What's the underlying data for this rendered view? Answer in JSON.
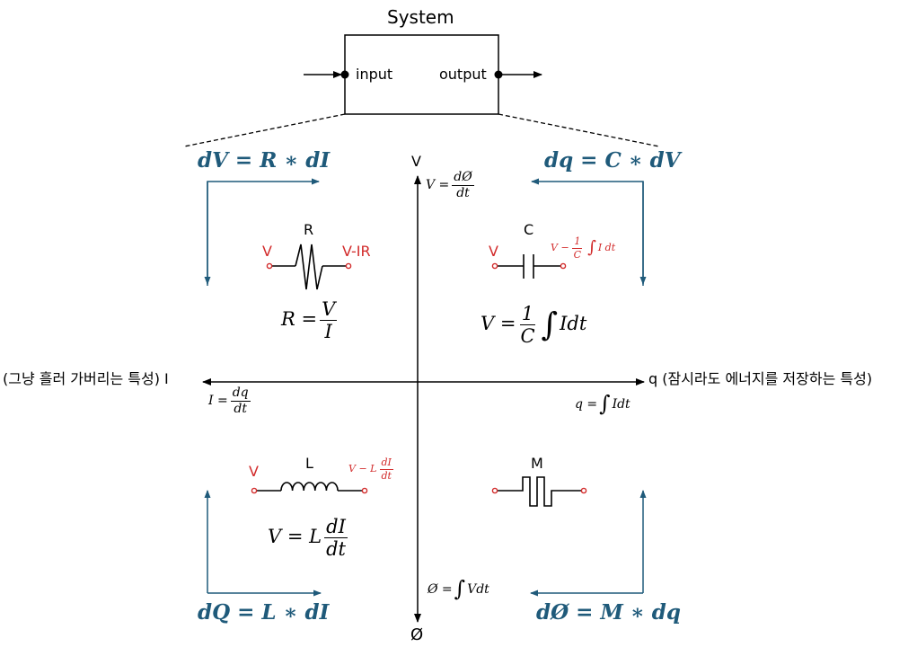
{
  "system": {
    "title": "System",
    "input_label": "input",
    "output_label": "output"
  },
  "axes": {
    "top": "V",
    "bottom": "Ø",
    "left": "(그냥 흘러 가버리는 특성) I",
    "right": "q (잠시라도 에너지를 저장하는 특성)"
  },
  "relations": {
    "v_def": {
      "lhs": "V =",
      "num": "dØ",
      "den": "dt"
    },
    "i_def": {
      "lhs": "I =",
      "num": "dq",
      "den": "dt"
    },
    "q_def": {
      "lhs": "q =",
      "integral": "∫",
      "rhs": "Idt"
    },
    "phi_def": {
      "lhs": "Ø =",
      "integral": "∫",
      "rhs": "Vdt"
    }
  },
  "quadrants": {
    "resistor": {
      "heading": "dV = R ∗ dI",
      "component": "R",
      "left_node": "V",
      "right_node": "V-IR",
      "formula_lhs": "R =",
      "formula_num": "V",
      "formula_den": "I"
    },
    "capacitor": {
      "heading": "dq = C ∗ dV",
      "component": "C",
      "left_node": "V",
      "right_node_lhs": "V −",
      "right_node_num": "1",
      "right_node_den": "C",
      "right_node_integral": "∫",
      "right_node_rhs": "I dt",
      "formula_lhs": "V =",
      "formula_num": "1",
      "formula_den": "C",
      "formula_integral": "∫",
      "formula_rhs": "Idt"
    },
    "inductor": {
      "heading": "dQ = L ∗ dI",
      "component": "L",
      "left_node": "V",
      "right_node_lhs": "V − L",
      "right_node_num": "dI",
      "right_node_den": "dt",
      "formula_lhs": "V = L",
      "formula_num": "dI",
      "formula_den": "dt"
    },
    "memristor": {
      "heading": "dØ = M ∗ dq",
      "component": "M"
    }
  },
  "colors": {
    "accent_blue": "#1f5a7a",
    "node_red": "#d22b2b",
    "line": "#000000"
  }
}
